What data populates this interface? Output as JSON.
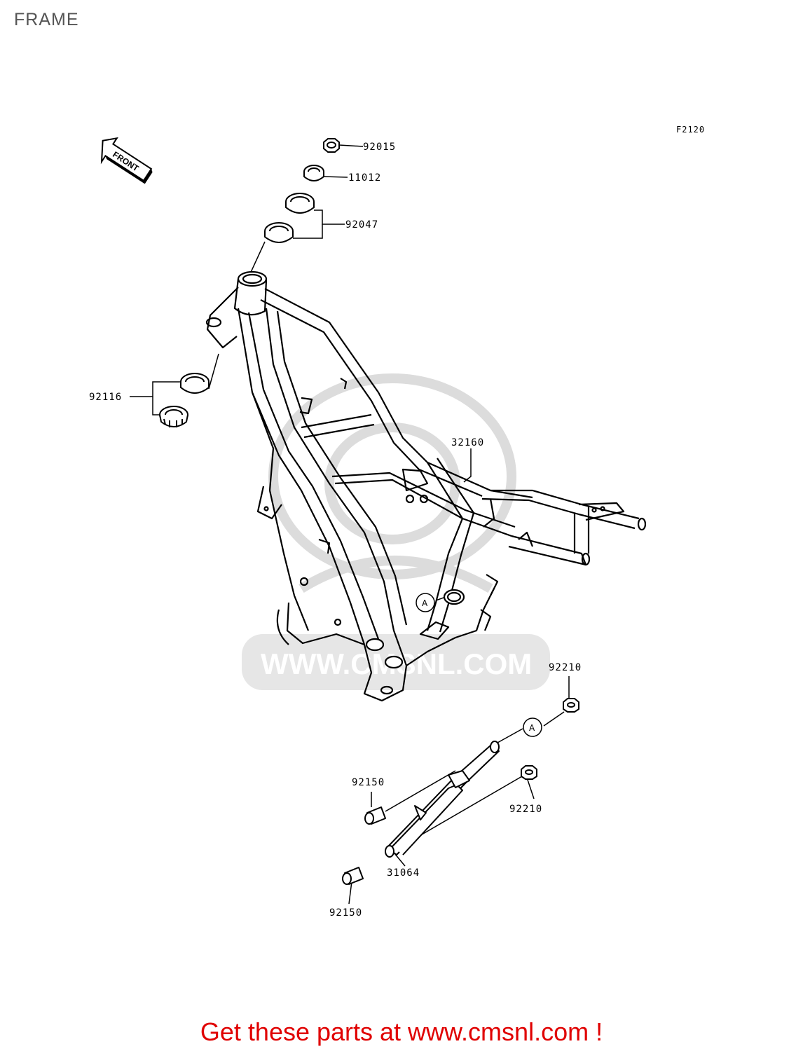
{
  "page": {
    "title": "FRAME",
    "diagram_code": "F2120",
    "front_arrow_label": "FRONT",
    "watermark": "WWW.CMSNL.COM",
    "footer_prefix": "Get these parts at ",
    "footer_link": "www.cmsnl.com",
    "footer_suffix": " !"
  },
  "callouts": {
    "a1": "A",
    "a2": "A"
  },
  "parts": [
    {
      "number": "92015"
    },
    {
      "number": "11012"
    },
    {
      "number": "92047"
    },
    {
      "number": "92116"
    },
    {
      "number": "32160"
    },
    {
      "number": "92210"
    },
    {
      "number": "92150"
    },
    {
      "number": "92210"
    },
    {
      "number": "31064"
    },
    {
      "number": "92150"
    }
  ],
  "colors": {
    "line": "#000000",
    "watermark": "#d8d8d8",
    "footer": "#e00000",
    "title": "#555555"
  }
}
